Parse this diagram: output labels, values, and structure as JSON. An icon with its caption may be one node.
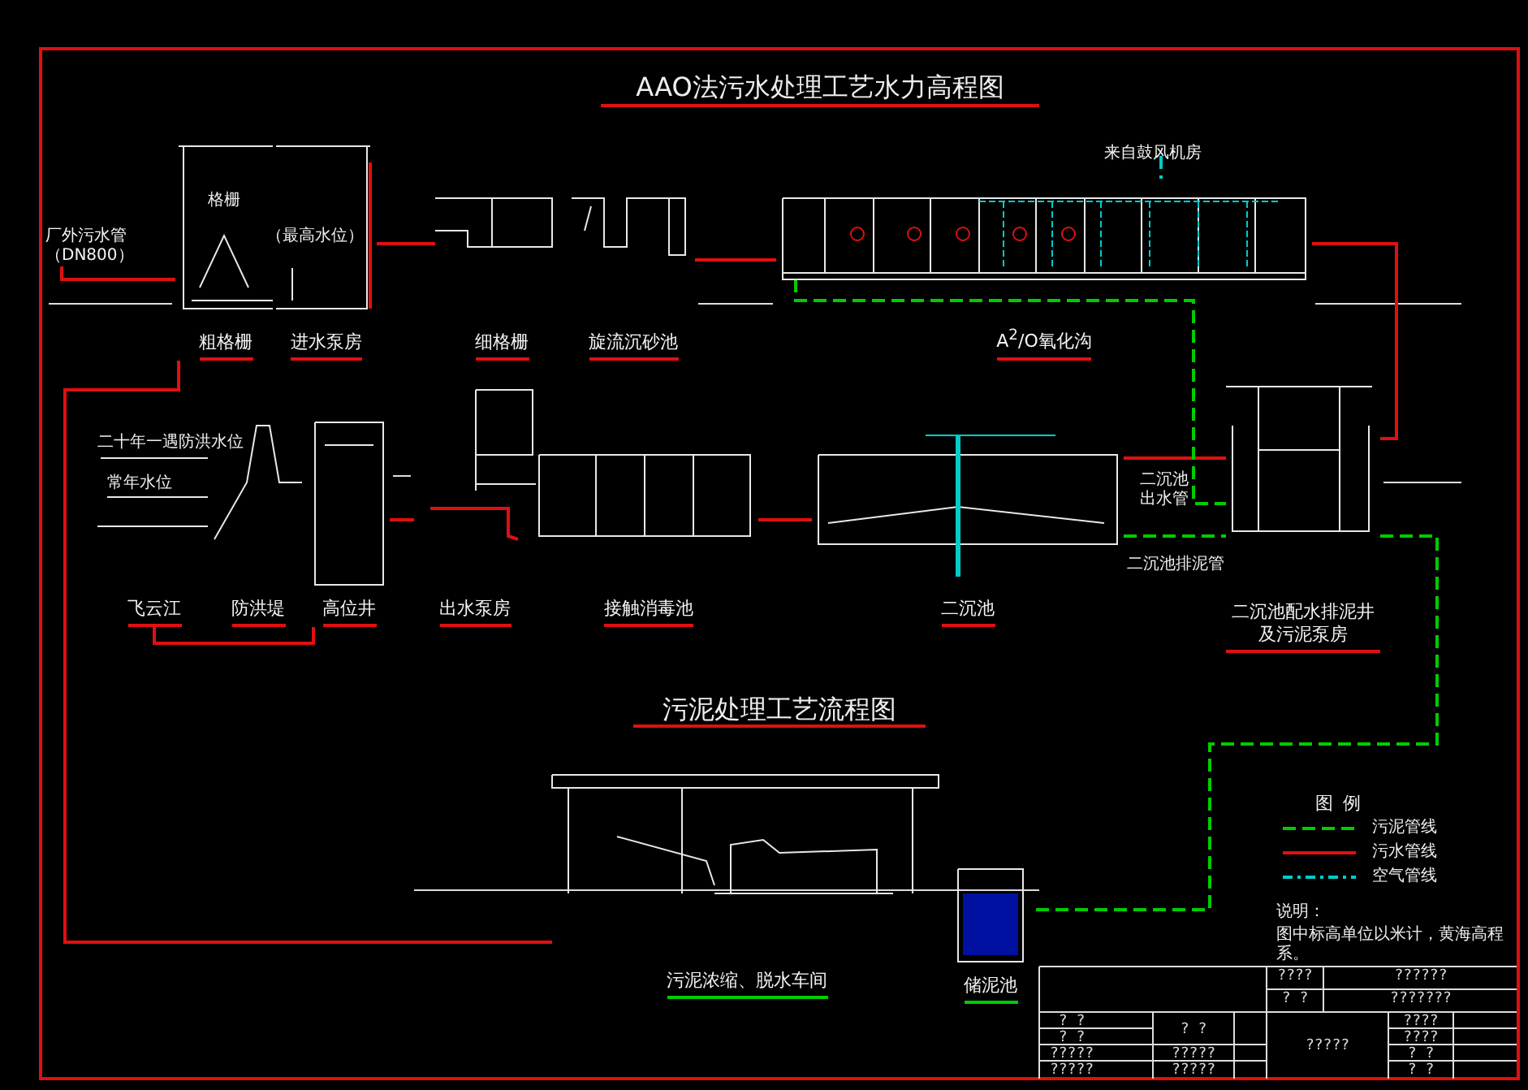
{
  "diagram": {
    "title": "AAO法污水处理工艺水力高程图",
    "nodes": [
      {
        "text": [
          "粗格栅"
        ]
      },
      {
        "text": [
          "进水泵房"
        ]
      },
      {
        "text": [
          "细格栅"
        ]
      },
      {
        "text": [
          "旋流沉砂池"
        ]
      },
      {
        "text": [
          "A$^{2}$/O氧化沟"
        ]
      },
      {
        "text": [
          "飞云江"
        ]
      },
      {
        "text": [
          "防洪堤"
        ]
      },
      {
        "text": [
          "高位井"
        ]
      },
      {
        "text": [
          "出水泵房"
        ]
      },
      {
        "text": [
          "接触消毒池"
        ]
      },
      {
        "text": [
          "二沉池"
        ]
      },
      {
        "text": [
          "二沉池配水排泥井及污泥泵房"
        ]
      },
      {
        "text": [
          "污泥浓缩、脱水车间"
        ]
      },
      {
        "text": [
          "储泥池"
        ]
      },
      {
        "text": [
          "来自鼓风机房"
        ]
      },
      {
        "text": [
          "厂外污水管（DN800）"
        ]
      }
    ],
    "edges": [
      {
        "from": 15,
        "to": 0,
        "arrow": "none"
      },
      {
        "from": 1,
        "to": 2,
        "arrow": "none"
      },
      {
        "from": 3,
        "to": 4,
        "arrow": "none"
      },
      {
        "from": 4,
        "to": 11,
        "arrow": "none"
      },
      {
        "from": 11,
        "to": 10,
        "arrow": "none"
      },
      {
        "from": 10,
        "to": 9,
        "arrow": "none"
      },
      {
        "from": 8,
        "to": 7,
        "arrow": "none"
      },
      {
        "from": 7,
        "to": 5,
        "arrow": "none"
      },
      {
        "from": 4,
        "to": 11,
        "arrow": "none",
        "style": "dashed",
        "color": "#00cc00"
      },
      {
        "from": 10,
        "to": 11,
        "arrow": "none",
        "style": "dashed",
        "color": "#00cc00"
      },
      {
        "from": 11,
        "to": 13,
        "arrow": "none",
        "style": "dashed",
        "color": "#00cc00"
      },
      {
        "from": 12,
        "to": 0,
        "arrow": "none"
      },
      {
        "from": 14,
        "to": 4,
        "arrow": "none",
        "style": "dashed",
        "color": "#00cccc"
      }
    ],
    "labels": [
      "污泥处理工艺流程图",
      "格栅",
      "（最高水位）",
      "二十年一遇防洪水位",
      "常年水位",
      "二沉池出水管",
      "二沉池排泥管",
      "图例",
      "说明：",
      "图中标高单位以米计，黄海高程系。",
      "????",
      "??????",
      "? ?",
      "???????",
      "? ?",
      "? ?",
      "?????",
      "????",
      "? ?",
      "????",
      "?????",
      "?????",
      "? ?",
      "?????",
      "?????",
      "? ?"
    ],
    "legend": [
      {
        "text": "污泥管线"
      },
      {
        "text": "污水管线"
      },
      {
        "text": "空气管线"
      }
    ]
  }
}
